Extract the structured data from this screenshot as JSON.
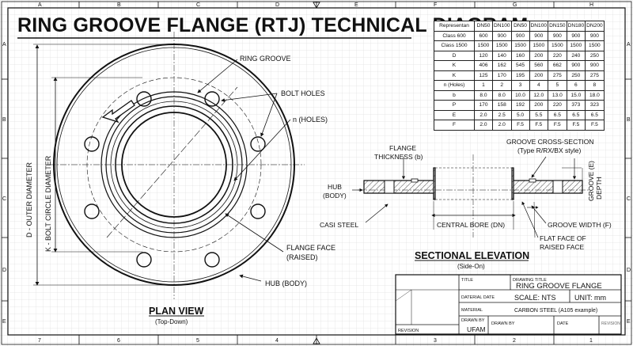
{
  "title": "RING GROOVE FLANGE (RTJ) TECHNICAL DIAGRAM",
  "border": {
    "columns_top": [
      "A",
      "B",
      "C",
      "D",
      "E",
      "F",
      "G",
      "H"
    ],
    "columns_bottom": [
      "7",
      "6",
      "5",
      "4",
      "3",
      "2",
      "1"
    ],
    "rows": [
      "A",
      "B",
      "C",
      "D",
      "E"
    ]
  },
  "spec_table": {
    "header": [
      "Representan",
      "DN50",
      "DN100",
      "DN50",
      "DN100",
      "DN150",
      "DN180",
      "DN200"
    ],
    "rows": [
      [
        "Class 600",
        "600",
        "900",
        "900",
        "900",
        "900",
        "900",
        "900"
      ],
      [
        "Class 1500",
        "1500",
        "1500",
        "1500",
        "1500",
        "1500",
        "1500",
        "1500"
      ],
      [
        "D",
        "120",
        "140",
        "160",
        "200",
        "220",
        "240",
        "250"
      ],
      [
        "K",
        "406",
        "162",
        "545",
        "560",
        "662",
        "900",
        "900"
      ],
      [
        "K",
        "125",
        "170",
        "195",
        "200",
        "275",
        "250",
        "275"
      ],
      [
        "n (Holes)",
        "1",
        "2",
        "3",
        "4",
        "5",
        "6",
        "8"
      ],
      [
        "b",
        "8.0",
        "8.0",
        "10.0",
        "12.0",
        "13.0",
        "15.0",
        "18.0"
      ],
      [
        "P",
        "170",
        "158",
        "192",
        "200",
        "220",
        "373",
        "323"
      ],
      [
        "E",
        "2.0",
        "2.5",
        "5.0",
        "5.5",
        "6.5",
        "6.5",
        "6.5"
      ],
      [
        "F",
        "2.0",
        "2.0",
        "F.5",
        "F.5",
        "F.5",
        "F.5",
        "F.5"
      ]
    ]
  },
  "plan": {
    "labels": {
      "ring_groove": "RING GROOVE",
      "bolt_holes": "BOLT HOLES",
      "n_holes": "n (HOLES)",
      "flange_face": "FLANGE FACE",
      "flange_face2": "(RAISED)",
      "hub": "HUB (BODY)",
      "outer_dia": "D - OUTER DIAMETER",
      "bolt_circle": "K - BOLT CIRCLE DIAMETER"
    },
    "view_title": "PLAN VIEW",
    "view_sub": "(Top-Down)"
  },
  "section": {
    "labels": {
      "flange_thickness": "FLANGE",
      "flange_thickness2": "THICKNESS (b)",
      "groove_cross": "GROOVE CROSS-SECTION",
      "groove_cross2": "(Type R/RX/BX style)",
      "hub": "HUB",
      "hub2": "(BODY)",
      "groove_depth": "GROOVE (E)",
      "groove_depth2": "DEPTH",
      "casi_steel": "CASI STEEL",
      "central_bore": "CENTRAL BORE (DN)",
      "groove_width": "GROOVE WIDTH (F)",
      "flat_face": "FLAT FACE OF",
      "flat_face2": "RAISED FACE"
    },
    "view_title": "SECTIONAL ELEVATION",
    "view_sub": "(Side-On)"
  },
  "title_block": {
    "title_label": "TITLE",
    "drawing_title_label": "DRAWING TITLE",
    "drawing_title": "RING GROOVE FLANGE",
    "material_date_label": "DATERIAL DATE",
    "scale": "SCALE: NTS",
    "unit": "UNIT: mm",
    "material_label": "MATERIAL",
    "material_value": "CARBON STEEL (A105 example)",
    "drawn_by_label": "DRAWN BY",
    "drawn_by": "UFAM",
    "drawn_by_label2": "DRAWN BY",
    "date_label": "DATE",
    "revision_label": "REVISION",
    "revision_label2": "REVISION"
  }
}
